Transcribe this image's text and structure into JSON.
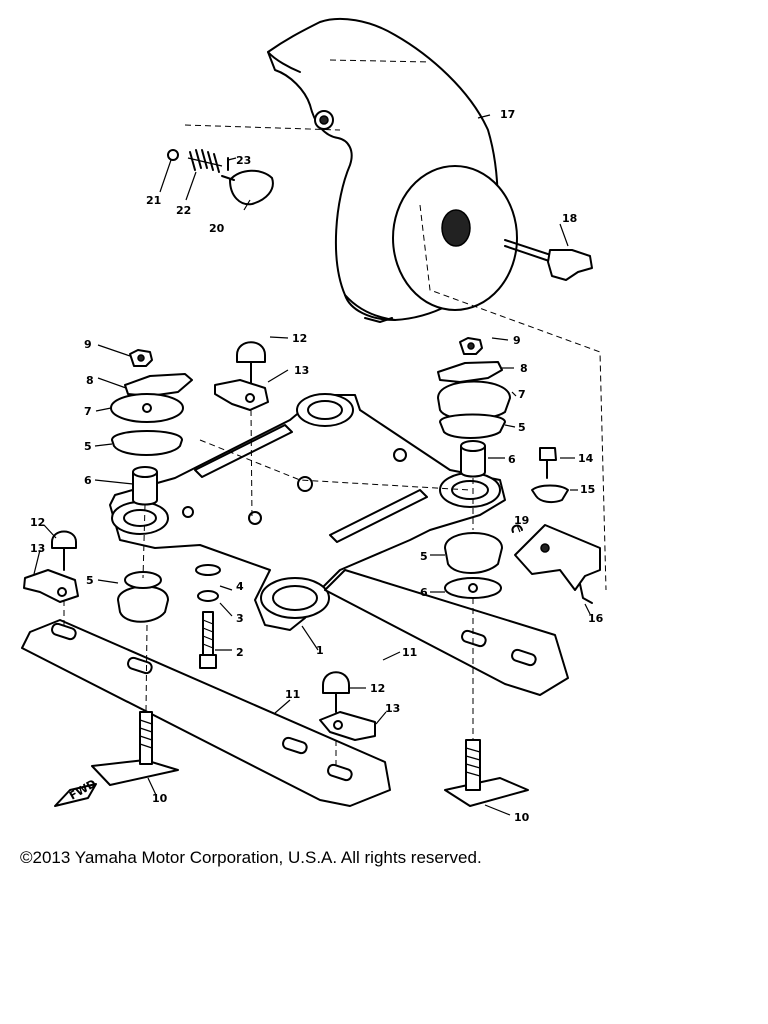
{
  "copyright": "©2013 Yamaha Motor Corporation, U.S.A. All rights reserved.",
  "callouts": {
    "c1": "1",
    "c2": "2",
    "c3": "3",
    "c4": "4",
    "c5a": "5",
    "c5b": "5",
    "c5c": "5",
    "c5d": "5",
    "c6a": "6",
    "c6b": "6",
    "c6c": "6",
    "c7a": "7",
    "c7b": "7",
    "c8a": "8",
    "c8b": "8",
    "c9a": "9",
    "c9b": "9",
    "c10a": "10",
    "c10b": "10",
    "c11a": "11",
    "c11b": "11",
    "c12a": "12",
    "c12b": "12",
    "c12c": "12",
    "c13a": "13",
    "c13b": "13",
    "c13c": "13",
    "c14": "14",
    "c15": "15",
    "c16": "16",
    "c17": "17",
    "c18": "18",
    "c19": "19",
    "c20": "20",
    "c21": "21",
    "c22": "22",
    "c23": "23"
  },
  "fwd_label": "FWD"
}
